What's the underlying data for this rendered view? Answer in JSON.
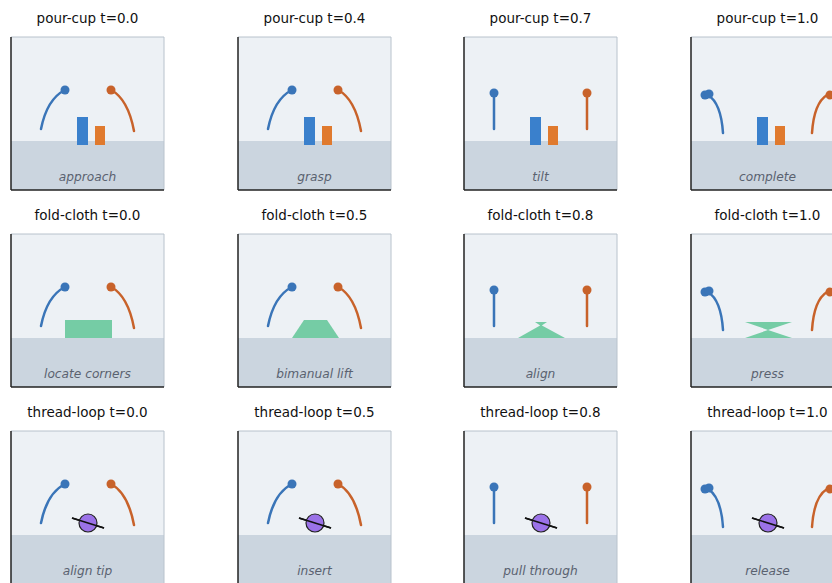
{
  "diagram": {
    "nodes": [
      {
        "text": [
          "pour-cup t=0.0",
          "approach"
        ]
      },
      {
        "text": [
          "pour-cup t=0.4",
          "grasp"
        ]
      },
      {
        "text": [
          "pour-cup t=0.7",
          "tilt"
        ]
      },
      {
        "text": [
          "pour-cup t=1.0",
          "complete"
        ]
      },
      {
        "text": [
          "fold-cloth t=0.0",
          "locate corners"
        ]
      },
      {
        "text": [
          "fold-cloth t=0.5",
          "bimanual lift"
        ]
      },
      {
        "text": [
          "fold-cloth t=0.8",
          "align"
        ]
      },
      {
        "text": [
          "fold-cloth t=1.0",
          "press"
        ]
      },
      {
        "text": [
          "thread-loop t=0.0",
          "align tip"
        ]
      },
      {
        "text": [
          "thread-loop t=0.5",
          "insert"
        ]
      },
      {
        "text": [
          "thread-loop t=0.8",
          "pull through"
        ]
      },
      {
        "text": [
          "thread-loop t=1.0",
          "release"
        ]
      }
    ]
  }
}
